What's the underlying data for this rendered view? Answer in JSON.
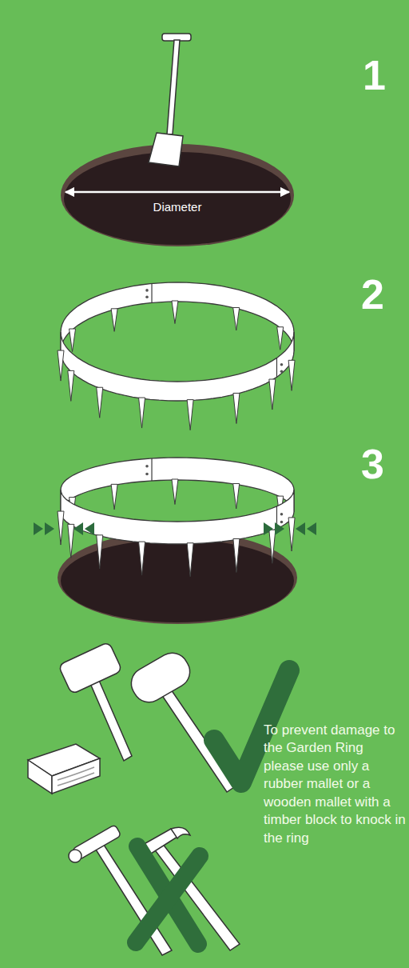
{
  "diagram": {
    "labels": [
      "1",
      "Diameter",
      "2",
      "3",
      "To prevent damage to the Garden Ring please use only a rubber mallet or a wooden mallet with a timber block to knock in the ring"
    ]
  }
}
